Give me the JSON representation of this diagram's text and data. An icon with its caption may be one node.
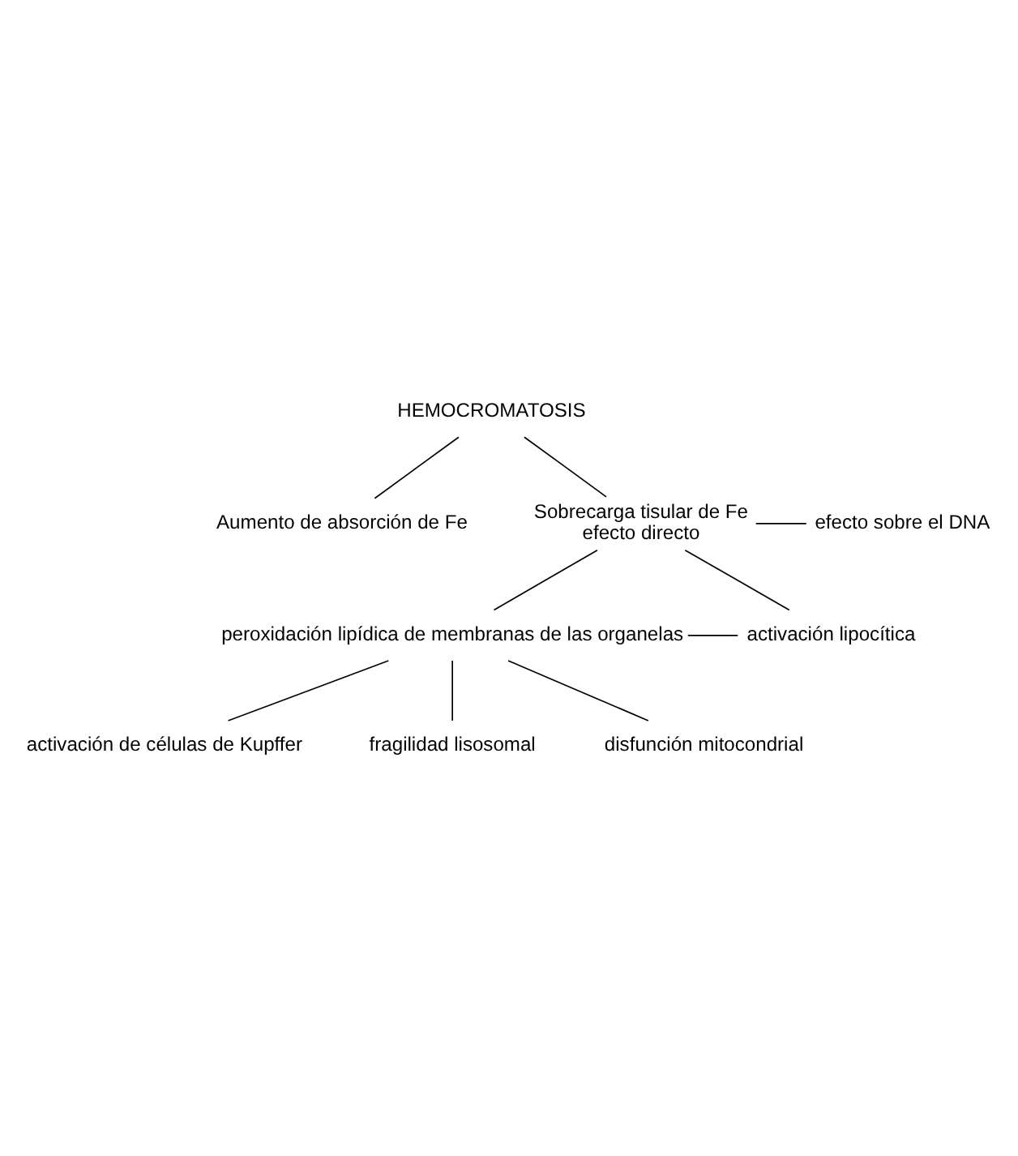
{
  "diagram": {
    "nodes": [
      {
        "text": [
          "HEMOCROMATOSIS"
        ]
      },
      {
        "text": [
          "Aumento de absorción de Fe"
        ]
      },
      {
        "text": [
          "Sobrecarga tisular de Fe",
          "efecto directo"
        ]
      },
      {
        "text": [
          "efecto sobre el DNA"
        ]
      },
      {
        "text": [
          "peroxidación lipídica de membranas de las organelas"
        ]
      },
      {
        "text": [
          "activación lipocítica"
        ]
      },
      {
        "text": [
          "activación de células de Kupffer"
        ]
      },
      {
        "text": [
          "fragilidad lisosomal"
        ]
      },
      {
        "text": [
          "disfunción mitocondrial"
        ]
      }
    ],
    "edges": [
      {
        "from": 0,
        "to": 1,
        "arrow": "none"
      },
      {
        "from": 0,
        "to": 2,
        "arrow": "none"
      },
      {
        "from": 2,
        "to": 3,
        "arrow": "none"
      },
      {
        "from": 2,
        "to": 4,
        "arrow": "none"
      },
      {
        "from": 2,
        "to": 5,
        "arrow": "none"
      },
      {
        "from": 4,
        "to": 5,
        "arrow": "none"
      },
      {
        "from": 4,
        "to": 6,
        "arrow": "none"
      },
      {
        "from": 4,
        "to": 7,
        "arrow": "none"
      },
      {
        "from": 4,
        "to": 8,
        "arrow": "none"
      }
    ]
  }
}
